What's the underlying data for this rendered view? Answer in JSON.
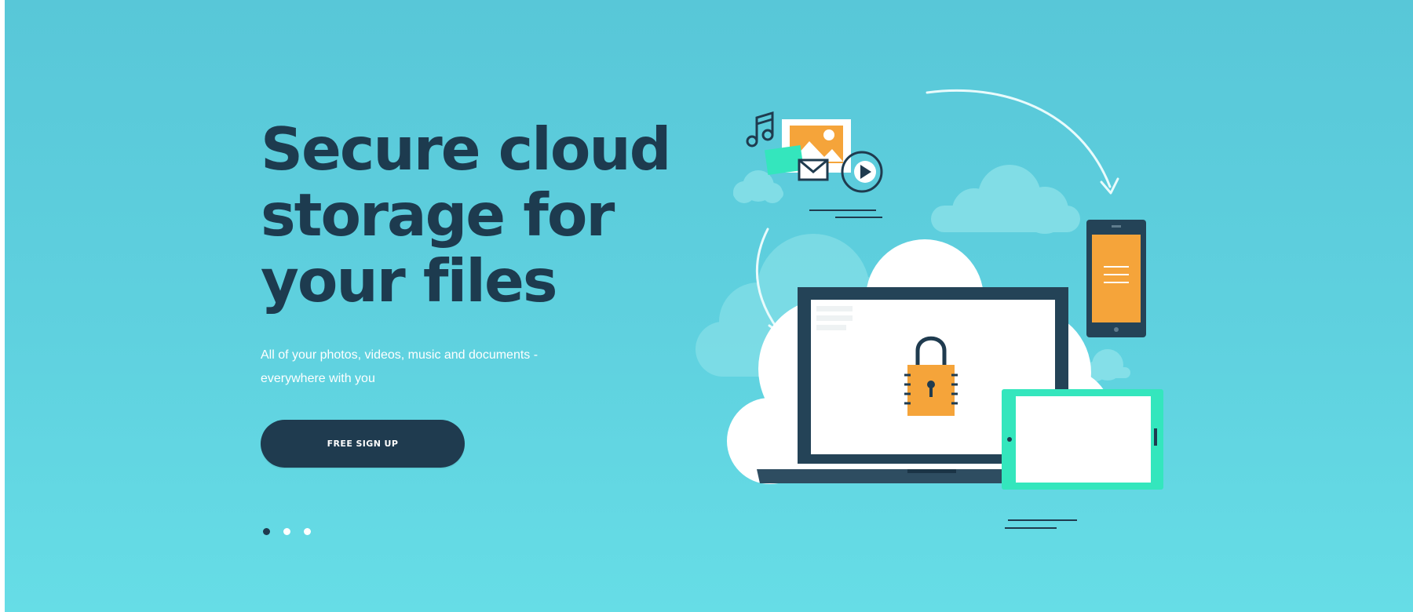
{
  "hero": {
    "title_lines": [
      "Secure cloud",
      "storage for",
      "your files"
    ],
    "subtitle_lines": [
      "All of your photos, videos, music and documents -",
      "everywhere with you"
    ],
    "cta_label": "FREE SIGN UP"
  },
  "carousel": {
    "slide_count": 3,
    "active_index": 0
  },
  "icons": [
    "music-note-icon",
    "image-icon",
    "envelope-icon",
    "play-icon",
    "padlock-icon",
    "cloud-icon",
    "laptop-icon",
    "smartphone-icon",
    "tablet-icon",
    "sync-arrow-icon"
  ],
  "colors": {
    "background_top": "#58c7d8",
    "background_bottom": "#66dde6",
    "navy": "#1f3b4f",
    "accent_orange": "#f5a43a",
    "accent_mint": "#34e6bd",
    "white": "#ffffff"
  }
}
